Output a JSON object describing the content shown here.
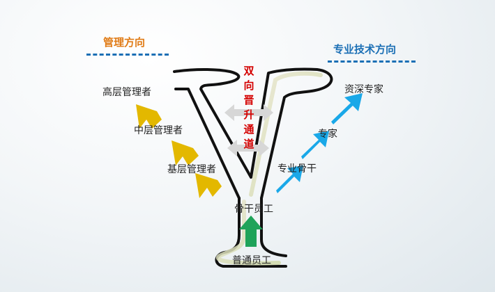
{
  "headings": {
    "management_direction": "管理方向",
    "technical_direction": "专业技术方向"
  },
  "center_text": "双向晋升通道",
  "management_levels": [
    "基层管理者",
    "中层管理者",
    "高层管理者"
  ],
  "technical_levels": [
    "专业骨干",
    "专家",
    "资深专家"
  ],
  "base": {
    "bottom": "普通员工",
    "core": "骨干员工"
  },
  "colors": {
    "management_arrow": "#e3b800",
    "technical_arrow": "#1aa8e8",
    "base_arrow": "#1fa35a",
    "management_heading": "#e07b16",
    "technical_heading": "#1b6fb5",
    "center_text": "#d40000",
    "double_arrow": "#d7d7d7",
    "outline": "#111111"
  }
}
